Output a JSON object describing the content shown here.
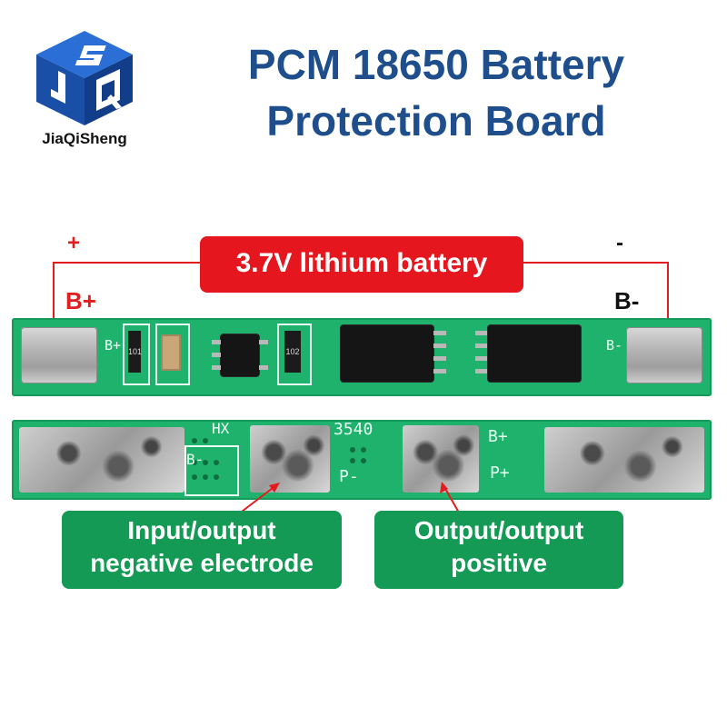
{
  "brand": {
    "name": "JiaQiSheng",
    "logo_icon": "isometric-cube-logo-icon"
  },
  "title": {
    "line1": "PCM 18650 Battery",
    "line2": "Protection Board"
  },
  "battery_callout": {
    "label": "3.7V lithium battery",
    "plus_symbol": "+",
    "minus_symbol": "-",
    "b_plus": "B+",
    "b_minus": "B-"
  },
  "board_top_silk": {
    "left_terminal": "B+",
    "right_terminal": "B-",
    "resistor_1": "101",
    "resistor_2": "102"
  },
  "board_bottom_silk": {
    "hx": "HX",
    "code": "3540",
    "b_minus": "B-",
    "p_minus": "P-",
    "b_plus": "B+",
    "p_plus": "P+"
  },
  "labels": {
    "negative": {
      "line1": "Input/output",
      "line2": "negative electrode"
    },
    "positive": {
      "line1": "Output/output",
      "line2": "positive"
    }
  },
  "colors": {
    "title_blue": "#1f4e8c",
    "callout_red": "#e5161d",
    "label_green": "#149a55",
    "pcb_green": "#1fb26d"
  }
}
